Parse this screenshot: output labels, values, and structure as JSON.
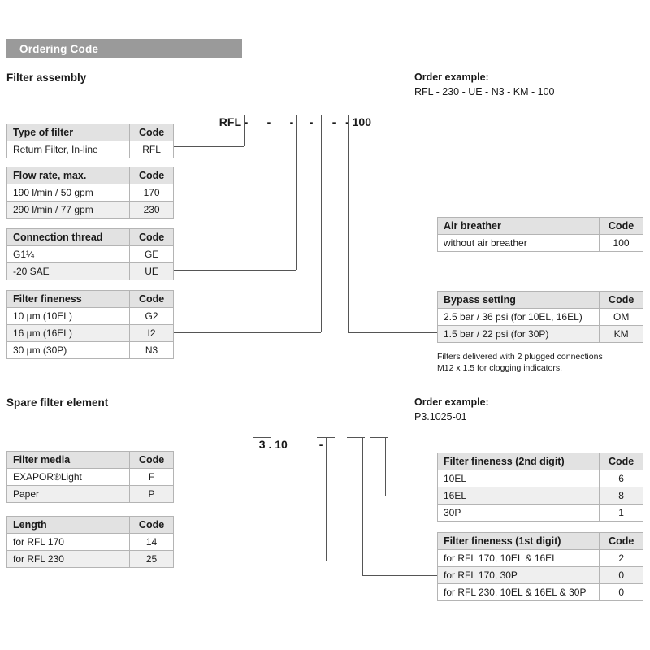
{
  "header": {
    "title": "Ordering Code"
  },
  "sections": {
    "filter_assembly": {
      "title": "Filter assembly",
      "order_example_title": "Order example:",
      "order_example_value": "RFL - 230 - UE - N3 - KM - 100",
      "code_string": "RFL -          -          -          -          -          - 100",
      "code_prefix": "RFL",
      "code_suffix": "100",
      "tables": [
        {
          "name": "type-of-filter",
          "headers": [
            "Type of filter",
            "Code"
          ],
          "rows": [
            [
              "Return Filter, In-line",
              "RFL"
            ]
          ]
        },
        {
          "name": "flow-rate",
          "headers": [
            "Flow rate, max.",
            "Code"
          ],
          "rows": [
            [
              "190 l/min / 50 gpm",
              "170"
            ],
            [
              "290 l/min / 77 gpm",
              "230"
            ]
          ]
        },
        {
          "name": "connection-thread",
          "headers": [
            "Connection thread",
            "Code"
          ],
          "rows": [
            [
              "G1¼",
              "GE"
            ],
            [
              "-20 SAE",
              "UE"
            ]
          ]
        },
        {
          "name": "filter-fineness",
          "headers": [
            "Filter fineness",
            "Code"
          ],
          "rows": [
            [
              "10 µm (10EL)",
              "G2"
            ],
            [
              "16 µm (16EL)",
              "I2"
            ],
            [
              "30 µm (30P)",
              "N3"
            ]
          ]
        },
        {
          "name": "air-breather",
          "headers": [
            "Air breather",
            "Code"
          ],
          "rows": [
            [
              "without air breather",
              "100"
            ]
          ]
        },
        {
          "name": "bypass-setting",
          "headers": [
            "Bypass setting",
            "Code"
          ],
          "rows": [
            [
              "2.5 bar / 36 psi (for 10EL, 16EL)",
              "OM"
            ],
            [
              "1.5 bar / 22 psi (for 30P)",
              "KM"
            ]
          ]
        }
      ],
      "note": "Filters delivered with 2 plugged connections\nM12 x 1.5 for clogging indicators."
    },
    "spare_filter_element": {
      "title": "Spare filter element",
      "order_example_title": "Order example:",
      "order_example_value": "P3.1025-01",
      "code_string": "3 . 10          -",
      "tables": [
        {
          "name": "filter-media",
          "headers": [
            "Filter media",
            "Code"
          ],
          "rows": [
            [
              "EXAPOR®Light",
              "F"
            ],
            [
              "Paper",
              "P"
            ]
          ]
        },
        {
          "name": "length",
          "headers": [
            "Length",
            "Code"
          ],
          "rows": [
            [
              "for RFL 170",
              "14"
            ],
            [
              "for RFL 230",
              "25"
            ]
          ]
        },
        {
          "name": "filter-fineness-2nd-digit",
          "headers": [
            "Filter fineness (2nd digit)",
            "Code"
          ],
          "rows": [
            [
              "10EL",
              "6"
            ],
            [
              "16EL",
              "8"
            ],
            [
              "30P",
              "1"
            ]
          ]
        },
        {
          "name": "filter-fineness-1st-digit",
          "headers": [
            "Filter fineness (1st digit)",
            "Code"
          ],
          "rows": [
            [
              "for RFL 170, 10EL & 16EL",
              "2"
            ],
            [
              "for RFL 170, 30P",
              "0"
            ],
            [
              "for RFL 230, 10EL & 16EL & 30P",
              "0"
            ]
          ]
        }
      ]
    }
  },
  "colors": {
    "header_bar": "#9a9a9a",
    "table_header": "#e2e2e2",
    "row_alt": "#efefef",
    "border": "#b4b4b4",
    "line": "#555555"
  }
}
